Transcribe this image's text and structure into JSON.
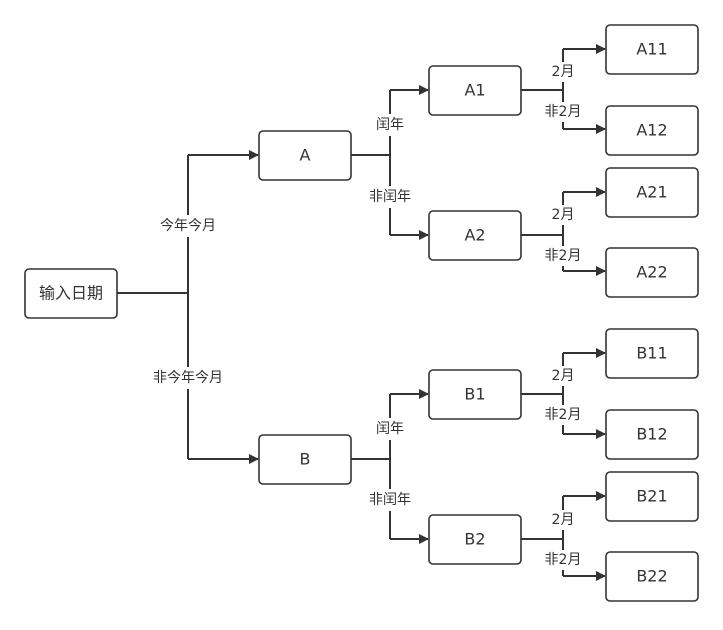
{
  "diagram": {
    "colors": {
      "stroke": "#333333",
      "text": "#333333",
      "background": "#ffffff"
    },
    "root": {
      "label": "输入日期"
    },
    "level1": [
      {
        "id": "A",
        "label": "A",
        "edge_label": "今年今月"
      },
      {
        "id": "B",
        "label": "B",
        "edge_label": "非今年今月"
      }
    ],
    "level2": [
      {
        "id": "A1",
        "label": "A1",
        "edge_label": "闰年"
      },
      {
        "id": "A2",
        "label": "A2",
        "edge_label": "非闰年"
      },
      {
        "id": "B1",
        "label": "B1",
        "edge_label": "闰年"
      },
      {
        "id": "B2",
        "label": "B2",
        "edge_label": "非闰年"
      }
    ],
    "leaves": [
      {
        "id": "A11",
        "label": "A11",
        "edge_label": "2月"
      },
      {
        "id": "A12",
        "label": "A12",
        "edge_label": "非2月"
      },
      {
        "id": "A21",
        "label": "A21",
        "edge_label": "2月"
      },
      {
        "id": "A22",
        "label": "A22",
        "edge_label": "非2月"
      },
      {
        "id": "B11",
        "label": "B11",
        "edge_label": "2月"
      },
      {
        "id": "B12",
        "label": "B12",
        "edge_label": "非2月"
      },
      {
        "id": "B21",
        "label": "B21",
        "edge_label": "2月"
      },
      {
        "id": "B22",
        "label": "B22",
        "edge_label": "非2月"
      }
    ]
  }
}
